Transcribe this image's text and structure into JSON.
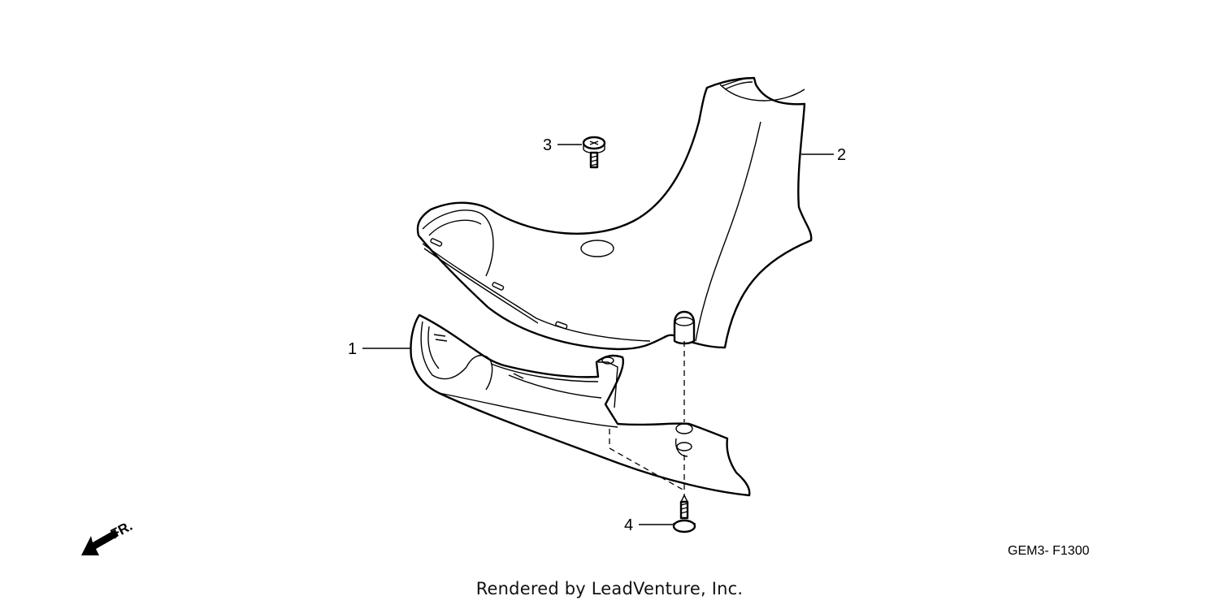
{
  "diagram": {
    "callouts": [
      {
        "id": "1",
        "label": "1"
      },
      {
        "id": "2",
        "label": "2"
      },
      {
        "id": "3",
        "label": "3"
      },
      {
        "id": "4",
        "label": "4"
      }
    ],
    "direction_marker": "FR.",
    "figure_code": "GEM3- F1300"
  },
  "footer": {
    "rendered_by": "Rendered by LeadVenture, Inc."
  }
}
